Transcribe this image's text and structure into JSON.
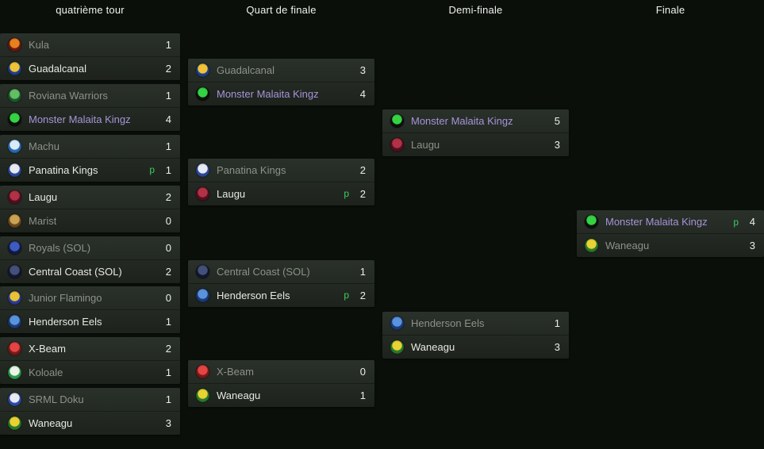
{
  "colors": {
    "bg": "#0a0f0a",
    "panel_top": "#2a312a",
    "panel_bottom": "#1d231c",
    "winner": "#e7e9e3",
    "loser": "#8c9289",
    "highlight": "#a693d9",
    "pen": "#3ecb5e"
  },
  "rounds": [
    {
      "title": "quatrième tour",
      "matches": [
        {
          "teams": [
            {
              "name": "Kula",
              "score": "1",
              "pen": "",
              "state": "loser",
              "badge": [
                "#e8801f",
                "#6b1a0f"
              ]
            },
            {
              "name": "Guadalcanal",
              "score": "2",
              "pen": "",
              "state": "winner",
              "badge": [
                "#f0c334",
                "#20408f"
              ]
            }
          ]
        },
        {
          "teams": [
            {
              "name": "Roviana Warriors",
              "score": "1",
              "pen": "",
              "state": "loser",
              "badge": [
                "#63bd63",
                "#1c5a2c"
              ]
            },
            {
              "name": "Monster Malaita Kingz",
              "score": "4",
              "pen": "",
              "state": "highlight",
              "badge": [
                "#35d243",
                "#0c120c"
              ]
            }
          ]
        },
        {
          "teams": [
            {
              "name": "Machu",
              "score": "1",
              "pen": "",
              "state": "loser",
              "badge": [
                "#d8ecf8",
                "#2a6cb8"
              ]
            },
            {
              "name": "Panatina Kings",
              "score": "1",
              "pen": "p",
              "state": "winner",
              "badge": [
                "#e9e9f2",
                "#2c4a9c"
              ]
            }
          ]
        },
        {
          "teams": [
            {
              "name": "Laugu",
              "score": "2",
              "pen": "",
              "state": "winner",
              "badge": [
                "#b23245",
                "#551022"
              ]
            },
            {
              "name": "Marist",
              "score": "0",
              "pen": "",
              "state": "loser",
              "badge": [
                "#c9a253",
                "#6a4a1f"
              ]
            }
          ]
        },
        {
          "teams": [
            {
              "name": "Royals (SOL)",
              "score": "0",
              "pen": "",
              "state": "loser",
              "badge": [
                "#3c5cc2",
                "#131c44"
              ]
            },
            {
              "name": "Central Coast (SOL)",
              "score": "2",
              "pen": "",
              "state": "winner",
              "badge": [
                "#44507a",
                "#121830"
              ]
            }
          ]
        },
        {
          "teams": [
            {
              "name": "Junior Flamingo",
              "score": "0",
              "pen": "",
              "state": "loser",
              "badge": [
                "#e9c233",
                "#2b3c9c"
              ]
            },
            {
              "name": "Henderson Eels",
              "score": "1",
              "pen": "",
              "state": "winner",
              "badge": [
                "#5a93dd",
                "#1c3c7c"
              ]
            }
          ]
        },
        {
          "teams": [
            {
              "name": "X-Beam",
              "score": "2",
              "pen": "",
              "state": "winner",
              "badge": [
                "#e34444",
                "#7c1a1a"
              ]
            },
            {
              "name": "Koloale",
              "score": "1",
              "pen": "",
              "state": "loser",
              "badge": [
                "#eaf2ea",
                "#2c9c4c"
              ]
            }
          ]
        },
        {
          "teams": [
            {
              "name": "SRML Doku",
              "score": "1",
              "pen": "",
              "state": "loser",
              "badge": [
                "#e9e9f2",
                "#2c4cac"
              ]
            },
            {
              "name": "Waneagu",
              "score": "3",
              "pen": "",
              "state": "winner",
              "badge": [
                "#e9d233",
                "#2c7c2c"
              ]
            }
          ]
        }
      ]
    },
    {
      "title": "Quart de finale",
      "matches": [
        {
          "teams": [
            {
              "name": "Guadalcanal",
              "score": "3",
              "pen": "",
              "state": "loser",
              "badge": [
                "#f0c334",
                "#20408f"
              ]
            },
            {
              "name": "Monster Malaita Kingz",
              "score": "4",
              "pen": "",
              "state": "highlight",
              "badge": [
                "#35d243",
                "#0c120c"
              ]
            }
          ]
        },
        {
          "teams": [
            {
              "name": "Panatina Kings",
              "score": "2",
              "pen": "",
              "state": "loser",
              "badge": [
                "#e9e9f2",
                "#2c4a9c"
              ]
            },
            {
              "name": "Laugu",
              "score": "2",
              "pen": "p",
              "state": "winner",
              "badge": [
                "#b23245",
                "#551022"
              ]
            }
          ]
        },
        {
          "teams": [
            {
              "name": "Central Coast (SOL)",
              "score": "1",
              "pen": "",
              "state": "loser",
              "badge": [
                "#44507a",
                "#121830"
              ]
            },
            {
              "name": "Henderson Eels",
              "score": "2",
              "pen": "p",
              "state": "winner",
              "badge": [
                "#5a93dd",
                "#1c3c7c"
              ]
            }
          ]
        },
        {
          "teams": [
            {
              "name": "X-Beam",
              "score": "0",
              "pen": "",
              "state": "loser",
              "badge": [
                "#e34444",
                "#7c1a1a"
              ]
            },
            {
              "name": "Waneagu",
              "score": "1",
              "pen": "",
              "state": "winner",
              "badge": [
                "#e9d233",
                "#2c7c2c"
              ]
            }
          ]
        }
      ]
    },
    {
      "title": "Demi-finale",
      "matches": [
        {
          "teams": [
            {
              "name": "Monster Malaita Kingz",
              "score": "5",
              "pen": "",
              "state": "highlight",
              "badge": [
                "#35d243",
                "#0c120c"
              ]
            },
            {
              "name": "Laugu",
              "score": "3",
              "pen": "",
              "state": "loser",
              "badge": [
                "#b23245",
                "#551022"
              ]
            }
          ]
        },
        {
          "teams": [
            {
              "name": "Henderson Eels",
              "score": "1",
              "pen": "",
              "state": "loser",
              "badge": [
                "#5a93dd",
                "#1c3c7c"
              ]
            },
            {
              "name": "Waneagu",
              "score": "3",
              "pen": "",
              "state": "winner",
              "badge": [
                "#e9d233",
                "#2c7c2c"
              ]
            }
          ]
        }
      ]
    },
    {
      "title": "Finale",
      "matches": [
        {
          "teams": [
            {
              "name": "Monster Malaita Kingz",
              "score": "4",
              "pen": "p",
              "state": "highlight",
              "badge": [
                "#35d243",
                "#0c120c"
              ]
            },
            {
              "name": "Waneagu",
              "score": "3",
              "pen": "",
              "state": "loser",
              "badge": [
                "#e9d233",
                "#2c7c2c"
              ]
            }
          ]
        }
      ]
    }
  ]
}
